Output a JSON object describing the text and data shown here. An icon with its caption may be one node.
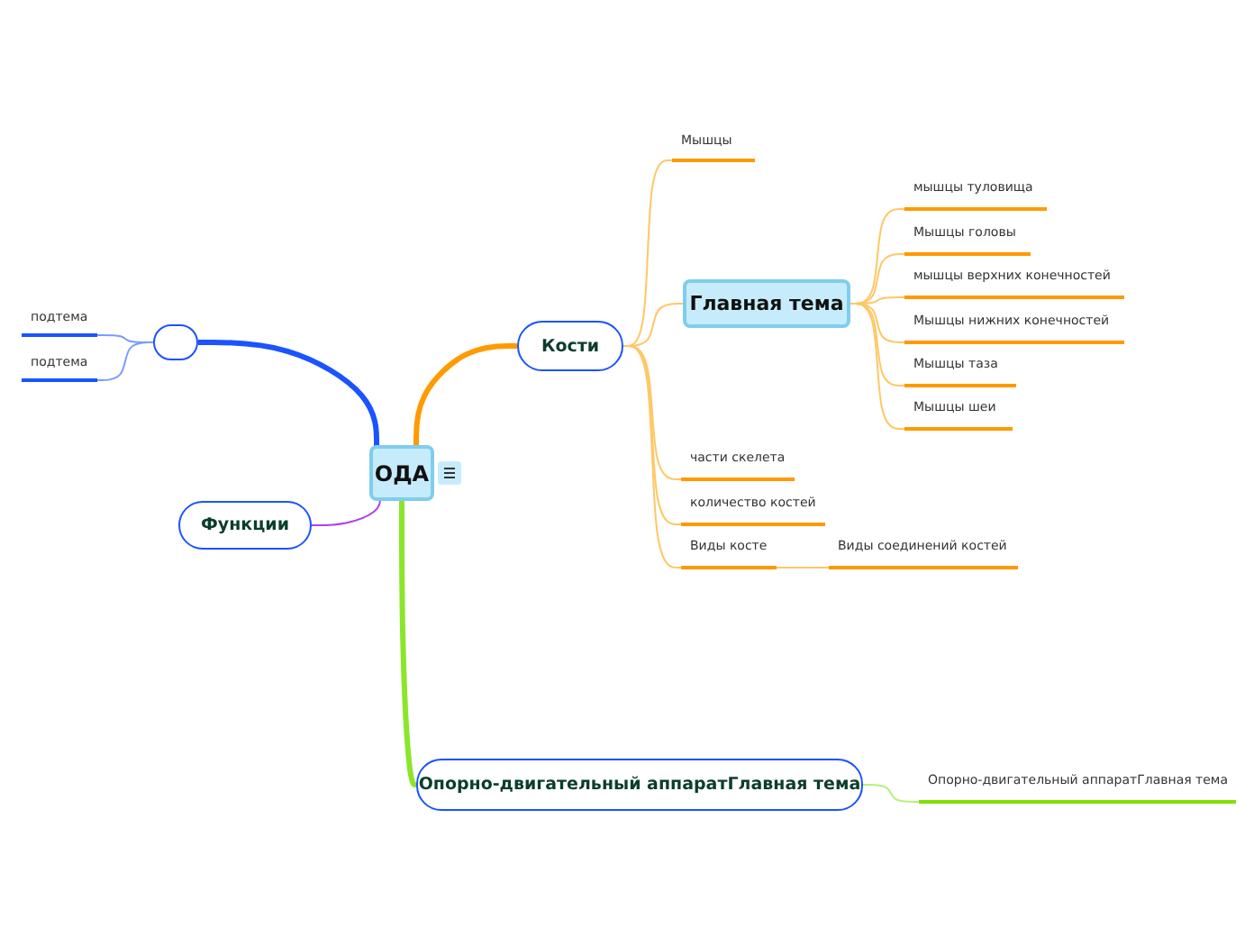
{
  "diagram": {
    "nodes": [
      {
        "text": [
          "ОДА"
        ]
      },
      {
        "text": [],
        "shape": "box"
      },
      {
        "text": [
          "подтема"
        ]
      },
      {
        "text": [
          "подтема"
        ]
      },
      {
        "text": [
          "Функции"
        ]
      },
      {
        "text": [
          "Кости"
        ]
      },
      {
        "text": [
          "Мышцы"
        ]
      },
      {
        "text": [
          "Главная тема"
        ]
      },
      {
        "text": [
          "мышцы туловища"
        ]
      },
      {
        "text": [
          "Мышцы головы"
        ]
      },
      {
        "text": [
          "мышцы верхних конечностей"
        ]
      },
      {
        "text": [
          "Мышцы нижних конечностей"
        ]
      },
      {
        "text": [
          "Мышцы  таза"
        ]
      },
      {
        "text": [
          "Мышцы шеи"
        ]
      },
      {
        "text": [
          "части скелета"
        ]
      },
      {
        "text": [
          "количество костей"
        ]
      },
      {
        "text": [
          "Виды косте"
        ]
      },
      {
        "text": [
          "Виды соединений костей"
        ]
      },
      {
        "text": [
          "Опорно-двигательный аппаратГлавная тема"
        ]
      },
      {
        "text": [
          "Опорно-двигательный аппаратГлавная тема"
        ]
      }
    ],
    "edges": [
      {
        "from": 0,
        "to": 1,
        "arrow": "none",
        "style": "thick",
        "color": "#1a53ff"
      },
      {
        "from": 1,
        "to": 2,
        "arrow": "none",
        "color": "#7a9cff"
      },
      {
        "from": 1,
        "to": 3,
        "arrow": "none",
        "color": "#7a9cff"
      },
      {
        "from": 0,
        "to": 4,
        "arrow": "none",
        "color": "#b23cf0"
      },
      {
        "from": 0,
        "to": 5,
        "arrow": "none",
        "style": "thick",
        "color": "#ff9a00"
      },
      {
        "from": 5,
        "to": 6,
        "arrow": "none"
      },
      {
        "from": 5,
        "to": 7,
        "arrow": "none"
      },
      {
        "from": 5,
        "to": 14,
        "arrow": "none"
      },
      {
        "from": 5,
        "to": 15,
        "arrow": "none"
      },
      {
        "from": 5,
        "to": 16,
        "arrow": "none"
      },
      {
        "from": 7,
        "to": 8,
        "arrow": "none"
      },
      {
        "from": 7,
        "to": 9,
        "arrow": "none"
      },
      {
        "from": 7,
        "to": 10,
        "arrow": "none"
      },
      {
        "from": 7,
        "to": 11,
        "arrow": "none"
      },
      {
        "from": 7,
        "to": 12,
        "arrow": "none"
      },
      {
        "from": 7,
        "to": 13,
        "arrow": "none"
      },
      {
        "from": 16,
        "to": 17,
        "arrow": "none"
      },
      {
        "from": 0,
        "to": 18,
        "arrow": "none",
        "style": "thick",
        "color": "#8ae62a"
      },
      {
        "from": 18,
        "to": 19,
        "arrow": "none",
        "color": "#b8f07a"
      }
    ]
  }
}
